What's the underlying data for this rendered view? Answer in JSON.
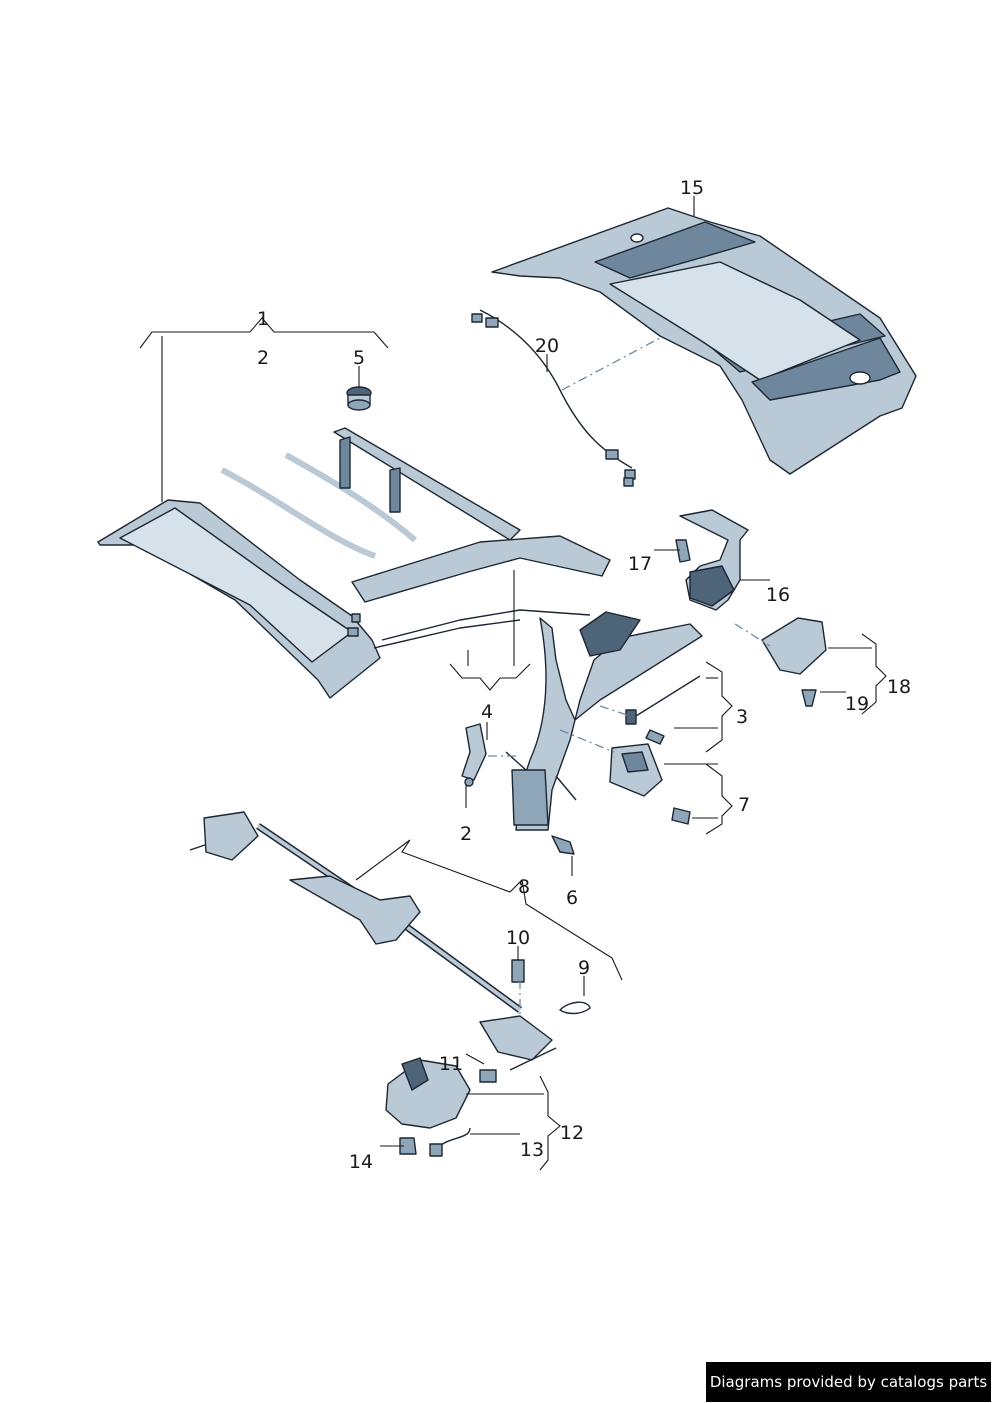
{
  "callouts": {
    "c1": "1",
    "c2a": "2",
    "c2b": "2",
    "c3": "3",
    "c4": "4",
    "c5": "5",
    "c6": "6",
    "c7": "7",
    "c8": "8",
    "c9": "9",
    "c10": "10",
    "c11": "11",
    "c12": "12",
    "c13": "13",
    "c14": "14",
    "c15": "15",
    "c16": "16",
    "c17": "17",
    "c18": "18",
    "c19": "19",
    "c20": "20"
  },
  "footer": {
    "text": "Diagrams provided by catalogs parts"
  },
  "colors": {
    "part_fill": "#b9c9d6",
    "part_outline": "#1d2733",
    "dash": "#6f8aa3"
  }
}
